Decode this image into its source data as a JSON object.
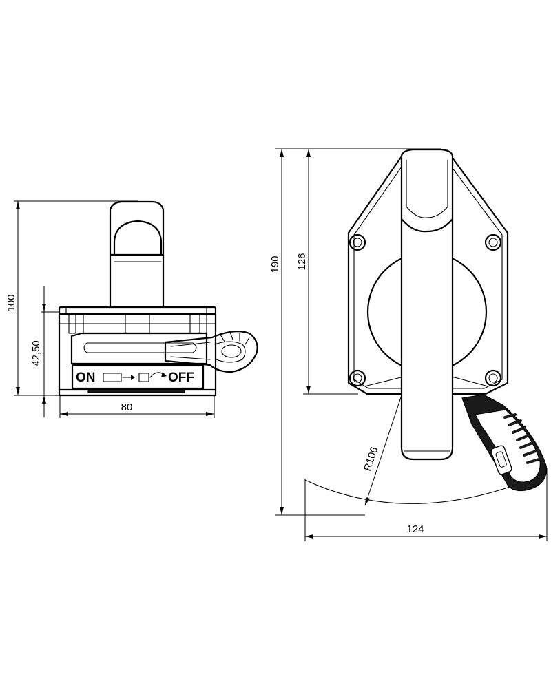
{
  "left_view": {
    "dim_height_total": "100",
    "dim_height_base": "42,50",
    "dim_width": "80",
    "label_on": "ON",
    "label_off": "OFF"
  },
  "right_view": {
    "dim_height_total": "190",
    "dim_height_plate": "126",
    "dim_radius": "R106",
    "dim_width": "124"
  }
}
